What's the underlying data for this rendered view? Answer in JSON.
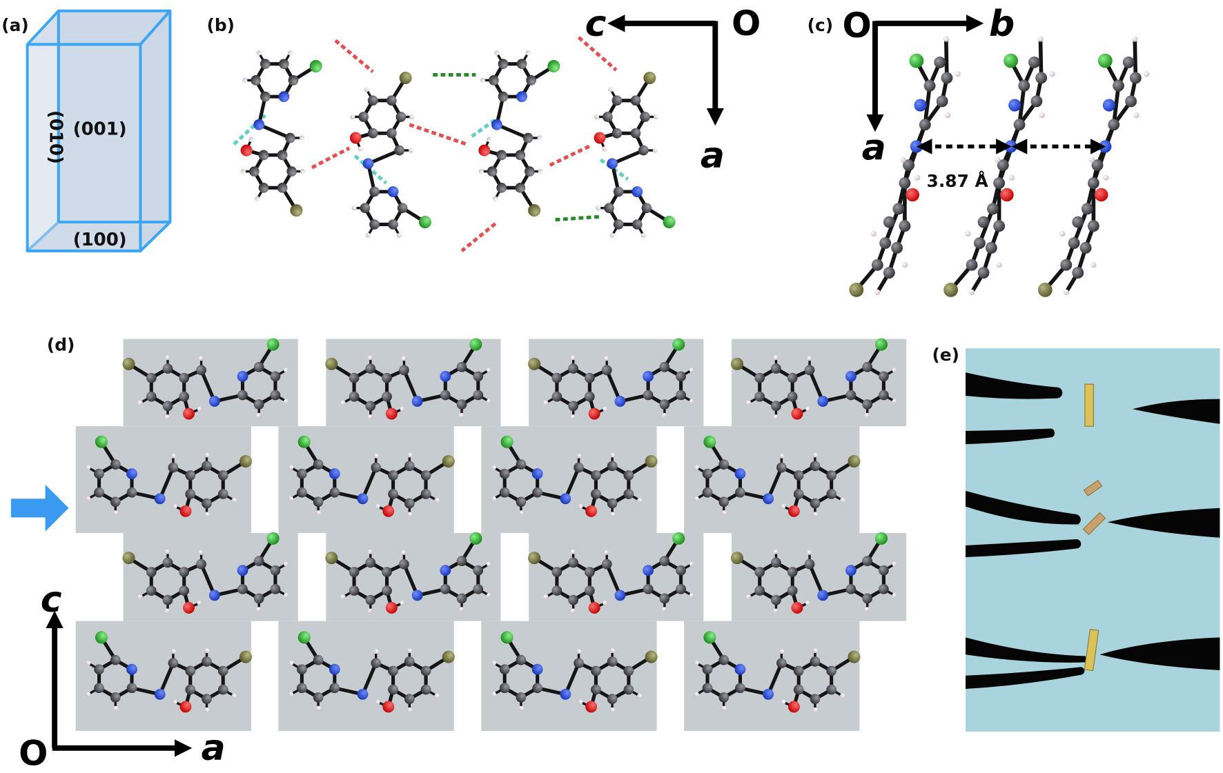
{
  "panels": {
    "a": {
      "label": "(a)",
      "faces": {
        "top_front": "(001)",
        "side": "(010)",
        "bottom": "(100)"
      }
    },
    "b": {
      "label": "(b)",
      "axes": {
        "origin": "O",
        "horizontal": "c",
        "vertical": "a"
      }
    },
    "c": {
      "label": "(c)",
      "axes": {
        "origin": "O",
        "horizontal": "b",
        "vertical": "a"
      },
      "stacking_distance": "3.87 Å"
    },
    "d": {
      "label": "(d)",
      "axes": {
        "origin": "O",
        "horizontal": "a",
        "vertical": "c"
      }
    },
    "e": {
      "label": "(e)"
    }
  },
  "colors": {
    "crystal_edge": "#3ea6f0",
    "crystal_face": "#c8d5e6",
    "carbon": "#4a4a50",
    "hydrogen": "#e8dde6",
    "nitrogen": "#2a4fd8",
    "oxygen": "#e01515",
    "chlorine": "#2bb52b",
    "bromine": "#7a7a3a",
    "tile": "#c6ccd0",
    "arrow_blue": "#3a9af0",
    "photo_bg": "#a9d4dd",
    "crystal_gold": "#d9c25a"
  }
}
